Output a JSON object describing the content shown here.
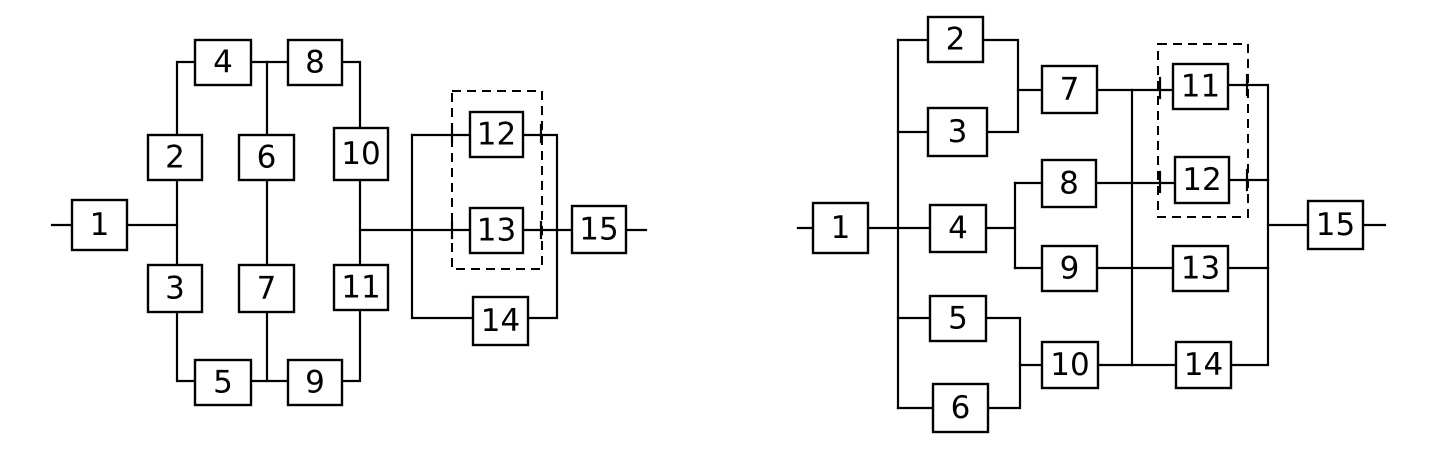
{
  "diagrams": [
    {
      "blocks": [
        "1",
        "2",
        "3",
        "4",
        "5",
        "6",
        "7",
        "8",
        "9",
        "10",
        "11",
        "12",
        "13",
        "14",
        "15"
      ]
    },
    {
      "blocks": [
        "1",
        "2",
        "3",
        "4",
        "5",
        "6",
        "7",
        "8",
        "9",
        "10",
        "11",
        "12",
        "13",
        "14",
        "15"
      ]
    }
  ]
}
